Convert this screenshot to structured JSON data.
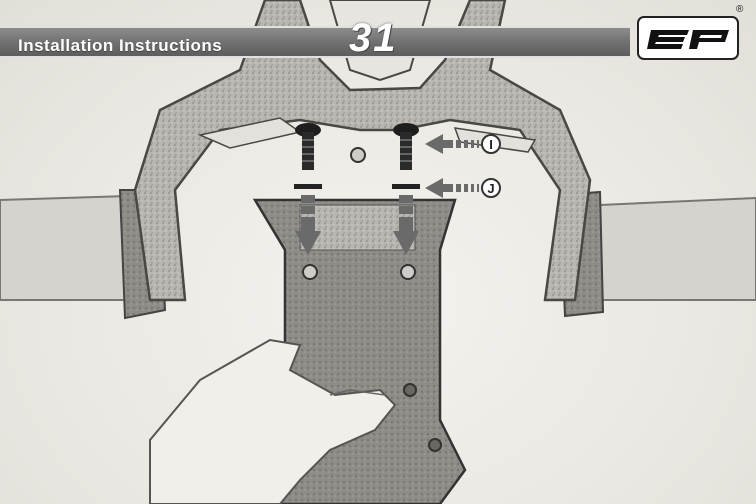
{
  "header": {
    "title": "Installation Instructions",
    "page_number": "31",
    "logo_mark": "®"
  },
  "callouts": [
    {
      "letter": "I"
    },
    {
      "letter": "J"
    }
  ],
  "colors": {
    "header_gray": "#6f6f6f",
    "arrow_gray": "#6a6a6a",
    "background": "#ebe8e3"
  },
  "icons": [
    "ep-logo-icon",
    "arrow-left-icon",
    "arrow-down-icon",
    "screw-icon",
    "washer-icon"
  ]
}
